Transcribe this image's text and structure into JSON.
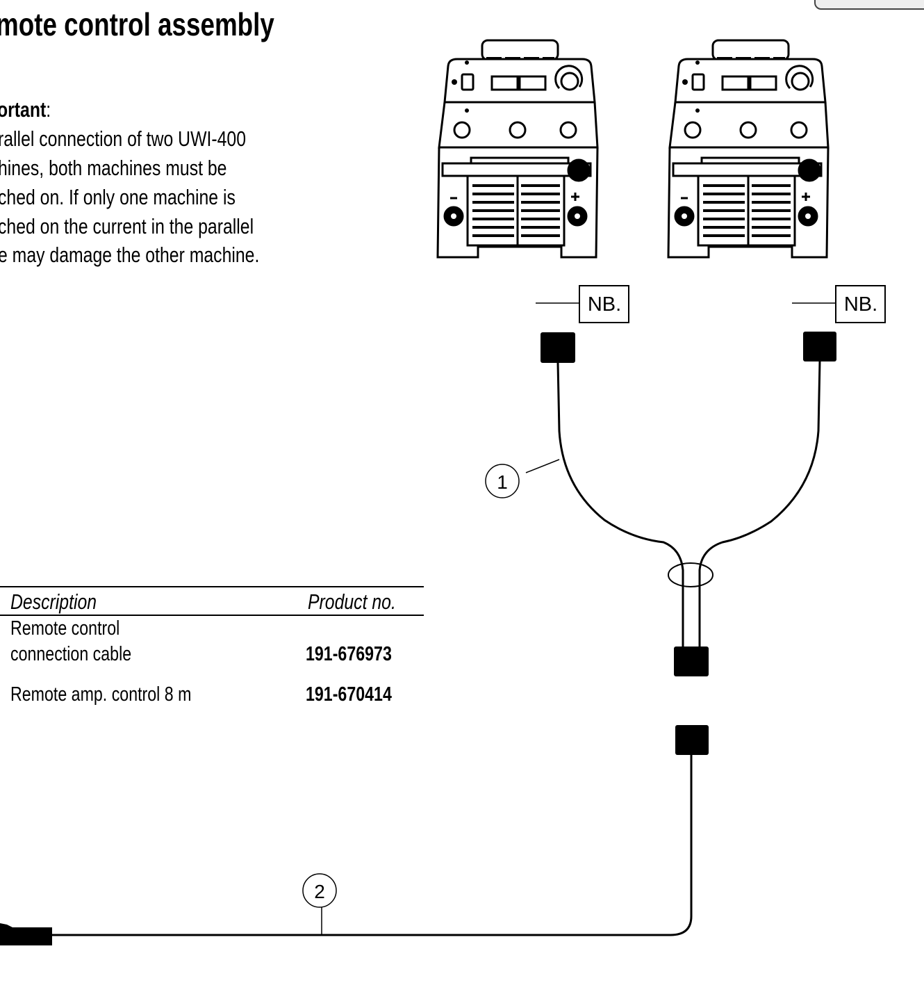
{
  "header": {
    "title": "mote control assembly"
  },
  "note": {
    "heading": "ortant",
    "heading_colon": ":",
    "lines": [
      "rallel connection of two UWI-400",
      "hines, both machines must be",
      "ched on. If only one machine is",
      "ched on the current in the parallel",
      "e may damage the other machine."
    ]
  },
  "table": {
    "headers": {
      "description": "Description",
      "product_no": "Product no."
    },
    "rows": [
      {
        "description_1": "Remote control",
        "description_2": "connection cable",
        "product_no": "191-676973"
      },
      {
        "description_1": "Remote amp. control 8 m",
        "product_no": "191-670414"
      }
    ]
  },
  "diagram": {
    "nb_label": "NB.",
    "callout_1": "1",
    "callout_2": "2"
  }
}
